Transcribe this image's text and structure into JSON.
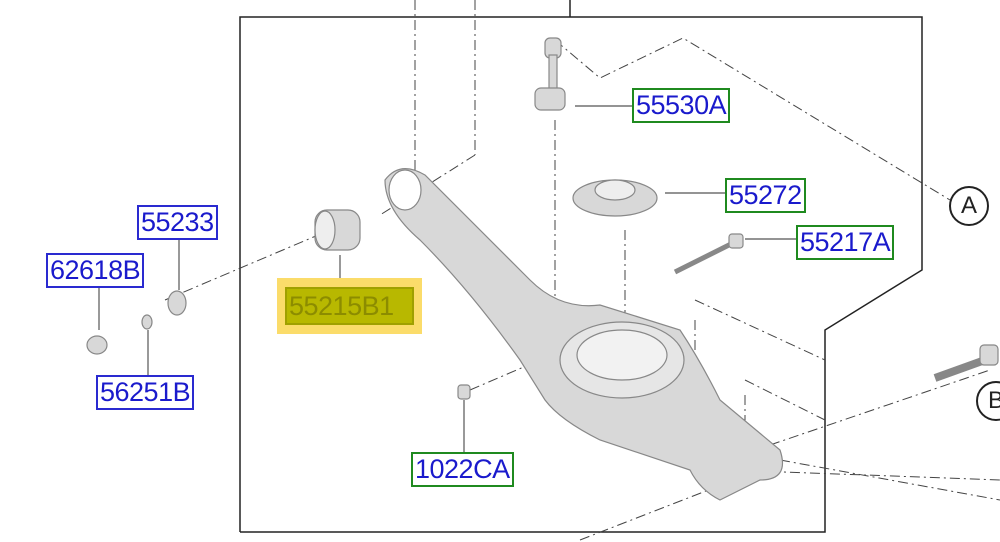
{
  "part_labels": {
    "p55233": "55233",
    "p62618B": "62618B",
    "p56251B": "56251B",
    "p55215B1": "55215B1",
    "p55530A": "55530A",
    "p55272": "55272",
    "p55217A": "55217A",
    "p1022CA": "1022CA"
  },
  "callouts": {
    "a": "A",
    "b": "B"
  },
  "colors": {
    "label_text": "#1a1acc",
    "blue_border": "#2a2ad0",
    "green_border": "#1f8a1f",
    "highlight": "#fbdc6a"
  }
}
